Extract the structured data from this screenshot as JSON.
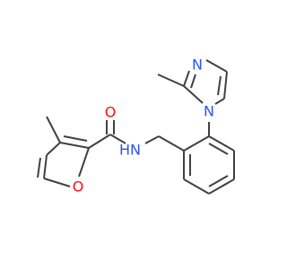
{
  "colors": {
    "bond": "#404040",
    "oxygen": "#ff0d0d",
    "nitrogen": "#3050f8",
    "background": "#ffffff"
  },
  "atoms": {
    "carbonyl_oxygen": "O",
    "amide_nitrogen": "N",
    "amide_hydrogen": "H",
    "furan_oxygen": "O",
    "imidazole_n3": "N",
    "imidazole_n1": "N"
  }
}
